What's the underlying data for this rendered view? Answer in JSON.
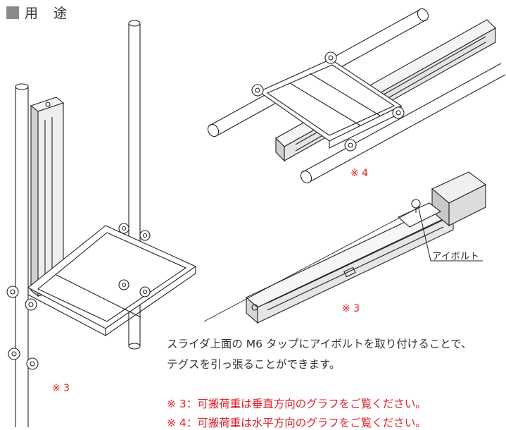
{
  "heading": {
    "title": "用 途"
  },
  "figures": {
    "note_top": "※ 4",
    "note_right": "※ 3",
    "note_left": "※ 3",
    "callout_label": "アイボルト"
  },
  "description": {
    "line1": "スライダ上面の M6 タップにアイボルトを取り付けることで、",
    "line2": "テグスを引っ張ることができます。"
  },
  "notes": {
    "note3": "※ 3：可搬荷重は垂直方向のグラフをご覧ください。",
    "note4": "※ 4：可搬荷重は水平方向のグラフをご覧ください。"
  },
  "colors": {
    "accent_red": "#e0202a",
    "heading_square": "#8a8a8a"
  }
}
